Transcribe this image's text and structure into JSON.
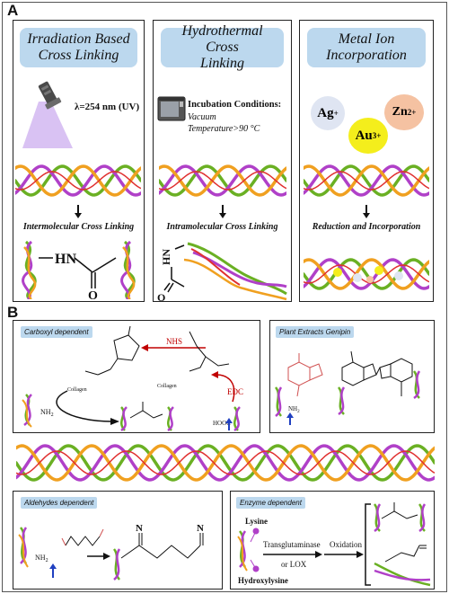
{
  "panel_a": {
    "letter": "A",
    "irradiation": {
      "title_line1": "Irradiation Based",
      "title_line2": "Cross Linking",
      "wavelength": "λ=254 nm (UV)",
      "caption": "Intermolecular Cross Linking",
      "amide_hn": "HN",
      "amide_o": "O"
    },
    "hydrothermal": {
      "title_line1": "Hydrothermal Cross",
      "title_line2": "Linking",
      "conditions_label": "Incubation Conditions:",
      "condition_1": "Vacuum",
      "condition_2": "Temperature>90 °C",
      "caption": "Intramolecular Cross Linking",
      "hn_label": "HN",
      "o_label": "O"
    },
    "metal": {
      "title_line1": "Metal Ion",
      "title_line2": "Incorporation",
      "ion_ag": "Ag",
      "ion_ag_charge": "+",
      "ion_zn": "Zn",
      "ion_zn_charge": "2+",
      "ion_au": "Au",
      "ion_au_charge": "3+",
      "caption": "Reduction and Incorporation"
    }
  },
  "panel_b": {
    "letter": "B",
    "carboxyl": {
      "title": "Carboxyl dependent",
      "nhs": "NHS",
      "edc": "EDC",
      "collagen_1": "Collagen",
      "collagen_2": "Collagen",
      "nh2": "NH",
      "nh2_sub": "2",
      "hooc": "HOOC"
    },
    "genipin": {
      "title": "Plant Extracts Genipin",
      "nh2": "NH",
      "nh2_sub": "2"
    },
    "aldehydes": {
      "title": "Aldehydes dependent",
      "nh2": "NH",
      "nh2_sub": "2",
      "n1": "N",
      "n2": "N"
    },
    "enzyme": {
      "title": "Enzyme dependent",
      "lysine": "Lysine",
      "hydroxylysine": "Hydroxylysine",
      "enzyme_line1": "Transglutaminase",
      "enzyme_line2": "or LOX",
      "oxidation": "Oxidation"
    }
  },
  "colors": {
    "pill": "#bcd8ee",
    "strand_green": "#6ab023",
    "strand_purple": "#b040c8",
    "strand_orange": "#f0a020",
    "strand_red": "#e03030",
    "ag_fill": "#dfe5f2",
    "au_fill": "#f4ee1c",
    "zn_fill": "#f5c2a2",
    "red_label": "#c00000",
    "blue_arrow": "#2040c0"
  }
}
